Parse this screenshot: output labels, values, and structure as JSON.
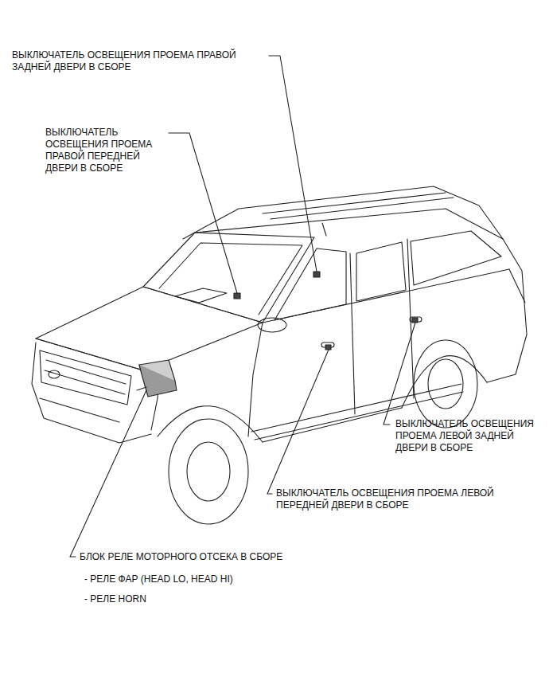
{
  "diagram": {
    "labels": [
      "ВЫКЛЮЧАТЕЛЬ ОСВЕЩЕНИЯ ПРОЕМА ПРАВОЙ ЗАДНЕЙ ДВЕРИ В СБОРЕ",
      "ВЫКЛЮЧАТЕЛЬ ОСВЕЩЕНИЯ ПРОЕМА ПРАВОЙ ПЕРЕДНЕЙ ДВЕРИ В СБОРЕ",
      "ВЫКЛЮЧАТЕЛЬ ОСВЕЩЕНИЯ ПРОЕМА ЛЕВОЙ ЗАДНЕЙ ДВЕРИ В СБОРЕ",
      "ВЫКЛЮЧАТЕЛЬ ОСВЕЩЕНИЯ ПРОЕМА ЛЕВОЙ ПЕРЕДНЕЙ ДВЕРИ В СБОРЕ",
      "БЛОК РЕЛЕ МОТОРНОГО ОТСЕКА В СБОРЕ",
      "- РЕЛЕ ФАР (HEAD LO, HEAD HI)",
      "- РЕЛЕ HORN"
    ]
  }
}
